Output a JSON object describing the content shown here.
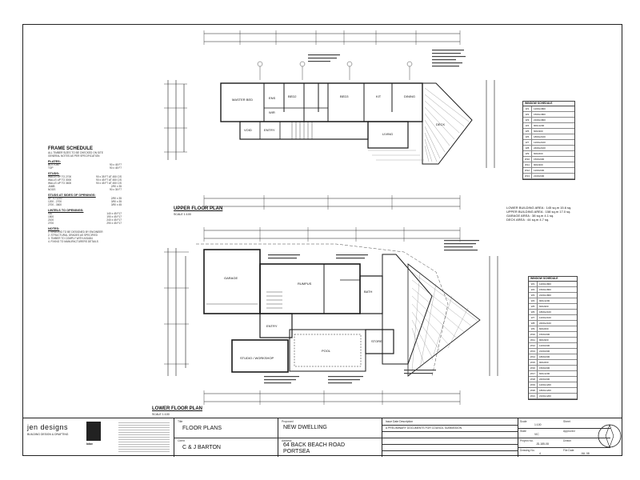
{
  "upper_plan": {
    "title": "UPPER FLOOR PLAN",
    "scale": "SCALE 1:100",
    "rooms": {
      "master_bed": "MASTER BED",
      "bed2": "BED2",
      "bed3": "BED3",
      "kit": "KIT",
      "dining": "DINING",
      "living": "LIVING",
      "deck": "DECK",
      "entry": "ENTRY",
      "void": "VOID",
      "ens": "ENS",
      "wir": "WIR"
    }
  },
  "lower_plan": {
    "title": "LOWER FLOOR PLAN",
    "scale": "SCALE 1:100",
    "rooms": {
      "garage": "GARAGE",
      "rumpus": "RUMPUS",
      "bath": "BATH",
      "entry": "ENTRY",
      "studio": "STUDIO / WORKSHOP",
      "store": "STORE",
      "pool": "POOL"
    }
  },
  "areas": {
    "lower": "LOWER BUILDING AREA : 145 sq.m 15.6 sq.",
    "upper": "UPPER BUILDING AREA : 158 sq.m 17.0 sq.",
    "garage": "GARAGE AREA : 38 sq.m 4.1 sq.",
    "deck": "DECK AREA : 44 sq.m 4.7 sq."
  },
  "frame_schedule": {
    "heading": "FRAME SCHEDULE",
    "notes": [
      "ALL TIMBER SIZES TO BE CHECKED ON SITE",
      "GENERAL NOTES AS PER SPECIFICATION"
    ],
    "sections": [
      {
        "title": "PLATES:",
        "rows": [
          [
            "BOTTOM",
            "90 x 45 F7"
          ],
          [
            "TOP",
            "90 x 45 F7"
          ]
        ]
      },
      {
        "title": "STUDS:",
        "rows": [
          [
            "WALLS UP TO 2700",
            "90 x 35 F7 AT 450 C/S"
          ],
          [
            "WALLS UP TO 3000",
            "90 x 45 F7 AT 450 C/S"
          ],
          [
            "WALLS UP TO 3600",
            "90 x 45 F7 AT 450 C/S"
          ],
          [
            "JAMB",
            "2/90 x 35"
          ],
          [
            "NOGS",
            "90 x 35 F7"
          ]
        ]
      },
      {
        "title": "STUDS AT SIDES OF OPENINGS:",
        "rows": [
          [
            "UP TO 1200",
            "2/90 x 35"
          ],
          [
            "1200 - 2700",
            "3/90 x 35"
          ],
          [
            "2700 - 3600",
            "3/90 x 45"
          ]
        ]
      },
      {
        "title": "LINTELS TO OPENINGS:",
        "rows": [
          [
            "900",
            "140 x 45 F17"
          ],
          [
            "1500",
            "190 x 45 F17"
          ],
          [
            "2100",
            "240 x 45 F17"
          ],
          [
            "2700",
            "290 x 45 F17"
          ]
        ]
      },
      {
        "title": "NOTES:",
        "rows": [
          [
            "1. BRACING TO BE DESIGNED BY ENGINEER",
            ""
          ],
          [
            "2. STRUCTURAL GRADES AS SPECIFIED",
            ""
          ],
          [
            "3. TIMBER TO COMPLY WITH AS1684",
            ""
          ],
          [
            "4. FIXING TO MANUFACTURERS DETAILS",
            ""
          ]
        ]
      }
    ]
  },
  "legend_upper": {
    "heading": "WINDOW SCHEDULE",
    "rows": [
      [
        "W1",
        "1200x1800"
      ],
      [
        "W2",
        "1500x1800"
      ],
      [
        "W3",
        "2100x1800"
      ],
      [
        "W4",
        "900x1200"
      ],
      [
        "W5",
        "600x900"
      ],
      [
        "W6",
        "1800x2100"
      ],
      [
        "W7",
        "1200x2100"
      ],
      [
        "W8",
        "2400x2100"
      ],
      [
        "W9",
        "600x600"
      ],
      [
        "W10",
        "1500x900"
      ],
      [
        "W11",
        "900x900"
      ],
      [
        "W12",
        "1200x600"
      ],
      [
        "W13",
        "2100x600"
      ]
    ]
  },
  "legend_lower": {
    "heading": "WINDOW SCHEDULE",
    "rows": [
      [
        "W1",
        "1200x1800"
      ],
      [
        "W2",
        "1500x1800"
      ],
      [
        "W3",
        "2100x1800"
      ],
      [
        "W4",
        "900x1200"
      ],
      [
        "W5",
        "600x900"
      ],
      [
        "W6",
        "1800x2100"
      ],
      [
        "W7",
        "1200x2100"
      ],
      [
        "W8",
        "2400x2100"
      ],
      [
        "W9",
        "600x600"
      ],
      [
        "W10",
        "1500x900"
      ],
      [
        "W11",
        "900x900"
      ],
      [
        "W12",
        "1200x600"
      ],
      [
        "W13",
        "2100x600"
      ],
      [
        "W14",
        "1800x600"
      ],
      [
        "W15",
        "900x600"
      ],
      [
        "W16",
        "1500x600"
      ],
      [
        "W17",
        "600x1200"
      ],
      [
        "W18",
        "2400x600"
      ],
      [
        "W19",
        "1200x1200"
      ],
      [
        "W20",
        "1800x1200"
      ],
      [
        "W21",
        "2100x1200"
      ]
    ]
  },
  "title_block": {
    "company": "jen designs",
    "company_tagline": "BUILDING DESIGN & DRAFTING",
    "bdav": "bdav",
    "title_caption": "Title",
    "title": "FLOOR PLANS",
    "client_caption": "Client",
    "client": "C & J BARTON",
    "project_caption": "Proposed",
    "project": "NEW DWELLING",
    "address_caption": "Address",
    "address_line1": "64 BACK BEACH ROAD",
    "address_line2": "PORTSEA",
    "revision_header": "Issue  Date  Description",
    "revision_row": "A  PRELIMINARY DOCUMENTS FOR COUNCIL SUBMISSION",
    "scale_caption": "Scale",
    "scale_value": "1:100",
    "sheet_caption": "Sheet",
    "state_caption": "State",
    "state_value": "VIC",
    "project_no_caption": "Project No.",
    "project_no": "JD-185-08",
    "drawing_no_caption": "Drawing No.",
    "drawing_no": "4",
    "date_caption": "File Date",
    "date_value": "JUL 08",
    "approved_caption": "Approved",
    "drawn_caption": "Drawn"
  },
  "colors": {
    "ink": "#1a1a1a",
    "hatch": "#777777"
  }
}
